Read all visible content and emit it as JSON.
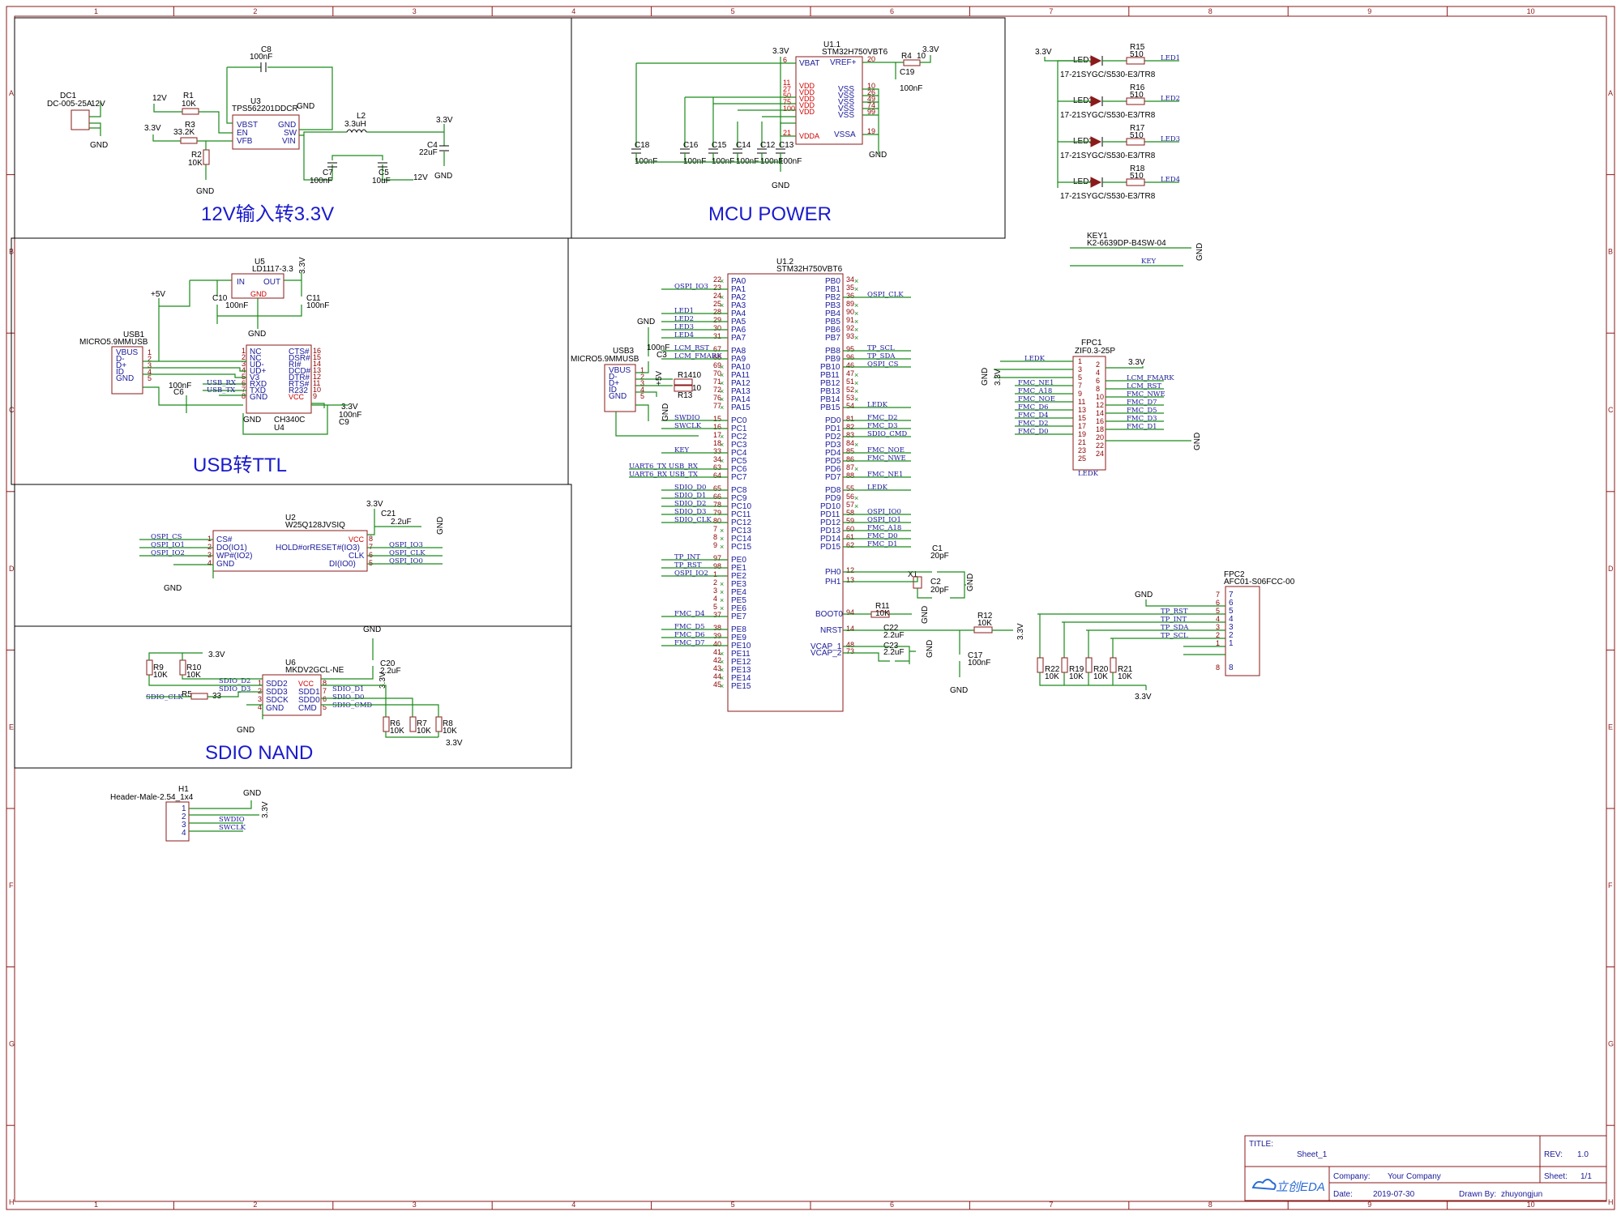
{
  "frame": {
    "columns": [
      "1",
      "2",
      "3",
      "4",
      "5",
      "6",
      "7",
      "8",
      "9",
      "10"
    ],
    "rows": [
      "A",
      "B",
      "C",
      "D",
      "E",
      "F",
      "G",
      "H"
    ]
  },
  "sections": {
    "power": "12V输入转3.3V",
    "mcu_power": "MCU POWER",
    "usb_ttl": "USB转TTL",
    "sdio_nand": "SDIO NAND"
  },
  "components": {
    "dc1": {
      "ref": "DC1",
      "value": "DC-005-25A"
    },
    "u3": {
      "ref": "U3",
      "value": "TPS562201DDCR",
      "pins": [
        "VBST",
        "EN",
        "VFB",
        "GND",
        "SW",
        "VIN"
      ]
    },
    "c8": {
      "ref": "C8",
      "value": "100nF"
    },
    "r1": {
      "ref": "R1",
      "value": "10K"
    },
    "r3": {
      "ref": "R3",
      "value": "33.2K"
    },
    "r2": {
      "ref": "R2",
      "value": "10K"
    },
    "l2": {
      "ref": "L2",
      "value": "3.3uH"
    },
    "c7": {
      "ref": "C7",
      "value": "100nF"
    },
    "c5": {
      "ref": "C5",
      "value": "10uF"
    },
    "c4": {
      "ref": "C4",
      "value": "22uF"
    },
    "u1_1": {
      "ref": "U1.1",
      "value": "STM32H750VBT6"
    },
    "r4": {
      "ref": "R4",
      "value": "10"
    },
    "c19": {
      "ref": "C19",
      "value": "100nF"
    },
    "c18": {
      "ref": "C18",
      "value": "100nF"
    },
    "c16": {
      "ref": "C16",
      "value": "100nF"
    },
    "c15": {
      "ref": "C15",
      "value": "100nF"
    },
    "c14": {
      "ref": "C14",
      "value": "100nF"
    },
    "c12": {
      "ref": "C12",
      "value": "100nF"
    },
    "c13": {
      "ref": "C13",
      "value": "100nF"
    },
    "u5": {
      "ref": "U5",
      "value": "LD1117-3.3"
    },
    "c10": {
      "ref": "C10",
      "value": "100nF"
    },
    "c11": {
      "ref": "C11",
      "value": "100nF"
    },
    "usb1": {
      "ref": "USB1",
      "value": "MICRO5.9MMUSB"
    },
    "u4": {
      "ref": "U4",
      "value": "CH340C"
    },
    "c6": {
      "ref": "C6",
      "value": "100nF"
    },
    "c9": {
      "ref": "C9",
      "value": "100nF"
    },
    "u2": {
      "ref": "U2",
      "value": "W25Q128JVSIQ"
    },
    "c21": {
      "ref": "C21",
      "value": "2.2uF"
    },
    "u6": {
      "ref": "U6",
      "value": "MKDV2GCL-NE"
    },
    "c20": {
      "ref": "C20",
      "value": "2.2uF"
    },
    "r9": {
      "ref": "R9",
      "value": "10K"
    },
    "r10": {
      "ref": "R10",
      "value": "10K"
    },
    "r5": {
      "ref": "R5",
      "value": "33"
    },
    "r6": {
      "ref": "R6",
      "value": "10K"
    },
    "r7": {
      "ref": "R7",
      "value": "10K"
    },
    "r8": {
      "ref": "R8",
      "value": "10K"
    },
    "h1": {
      "ref": "H1",
      "value": "Header-Male-2.54_1x4"
    },
    "u1_2": {
      "ref": "U1.2",
      "value": "STM32H750VBT6"
    },
    "usb3": {
      "ref": "USB3",
      "value": "MICRO5.9MMUSB"
    },
    "c3": {
      "ref": "C3",
      "value": "100nF"
    },
    "r14": {
      "ref": "R14",
      "value": "10"
    },
    "r13": {
      "ref": "R13",
      "value": "10"
    },
    "c1": {
      "ref": "C1",
      "value": "20pF"
    },
    "c2": {
      "ref": "C2",
      "value": "20pF"
    },
    "x1": {
      "ref": "X1",
      "value": ""
    },
    "r11": {
      "ref": "R11",
      "value": "10K"
    },
    "r12": {
      "ref": "R12",
      "value": "10K"
    },
    "c17": {
      "ref": "C17",
      "value": "100nF"
    },
    "c22": {
      "ref": "C22",
      "value": "2.2uF"
    },
    "c23": {
      "ref": "C23",
      "value": "2.2uF"
    },
    "led_part": "17-21SYGC/S530-E3/TR8",
    "led_res": "510",
    "key1": {
      "ref": "KEY1",
      "value": "K2-6639DP-B4SW-04"
    },
    "fpc1": {
      "ref": "FPC1",
      "value": "ZIF0.3-25P"
    },
    "fpc2": {
      "ref": "FPC2",
      "value": "AFC01-S06FCC-00"
    },
    "r22": {
      "ref": "R22",
      "value": "10K"
    },
    "r19": {
      "ref": "R19",
      "value": "10K"
    },
    "r20": {
      "ref": "R20",
      "value": "10K"
    },
    "r21": {
      "ref": "R21",
      "value": "10K"
    }
  },
  "leds": [
    {
      "ref": "LED1",
      "res": "R15",
      "net": "LED1"
    },
    {
      "ref": "LED2",
      "res": "R16",
      "net": "LED2"
    },
    {
      "ref": "LED3",
      "res": "R17",
      "net": "LED3"
    },
    {
      "ref": "LED4",
      "res": "R18",
      "net": "LED4"
    }
  ],
  "mcu_left_pins": [
    {
      "pin": "PA0",
      "num": "22",
      "net": ""
    },
    {
      "pin": "PA1",
      "num": "23",
      "net": "QSPI_IO3"
    },
    {
      "pin": "PA2",
      "num": "24",
      "net": ""
    },
    {
      "pin": "PA3",
      "num": "25",
      "net": ""
    },
    {
      "pin": "PA4",
      "num": "28",
      "net": "LED1"
    },
    {
      "pin": "PA5",
      "num": "29",
      "net": "LED2"
    },
    {
      "pin": "PA6",
      "num": "30",
      "net": "LED3"
    },
    {
      "pin": "PA7",
      "num": "31",
      "net": "LED4"
    },
    {
      "pin": "PA8",
      "num": "67",
      "net": "LCM_RST"
    },
    {
      "pin": "PA9",
      "num": "68",
      "net": "LCM_FMARK"
    },
    {
      "pin": "PA10",
      "num": "69",
      "net": ""
    },
    {
      "pin": "PA11",
      "num": "70",
      "net": ""
    },
    {
      "pin": "PA12",
      "num": "71",
      "net": ""
    },
    {
      "pin": "PA13",
      "num": "72",
      "net": ""
    },
    {
      "pin": "PA14",
      "num": "76",
      "net": ""
    },
    {
      "pin": "PA15",
      "num": "77",
      "net": ""
    },
    {
      "pin": "PC0",
      "num": "15",
      "net": "SWDIO"
    },
    {
      "pin": "PC1",
      "num": "16",
      "net": "SWCLK"
    },
    {
      "pin": "PC2",
      "num": "17",
      "net": ""
    },
    {
      "pin": "PC3",
      "num": "18",
      "net": ""
    },
    {
      "pin": "PC4",
      "num": "33",
      "net": "KEY"
    },
    {
      "pin": "PC5",
      "num": "34",
      "net": ""
    },
    {
      "pin": "PC6",
      "num": "63",
      "net": "UART6_TX  USB_RX"
    },
    {
      "pin": "PC7",
      "num": "64",
      "net": "UART6_RX  USB_TX"
    },
    {
      "pin": "PC8",
      "num": "65",
      "net": "SDIO_D0"
    },
    {
      "pin": "PC9",
      "num": "66",
      "net": "SDIO_D1"
    },
    {
      "pin": "PC10",
      "num": "78",
      "net": "SDIO_D2"
    },
    {
      "pin": "PC11",
      "num": "79",
      "net": "SDIO_D3"
    },
    {
      "pin": "PC12",
      "num": "80",
      "net": "SDIO_CLK"
    },
    {
      "pin": "PC13",
      "num": "7",
      "net": ""
    },
    {
      "pin": "PC14",
      "num": "8",
      "net": ""
    },
    {
      "pin": "PC15",
      "num": "9",
      "net": ""
    },
    {
      "pin": "PE0",
      "num": "97",
      "net": "TP_INT"
    },
    {
      "pin": "PE1",
      "num": "98",
      "net": "TP_RST"
    },
    {
      "pin": "PE2",
      "num": "1",
      "net": "QSPI_IO2"
    },
    {
      "pin": "PE3",
      "num": "2",
      "net": ""
    },
    {
      "pin": "PE4",
      "num": "3",
      "net": ""
    },
    {
      "pin": "PE5",
      "num": "4",
      "net": ""
    },
    {
      "pin": "PE6",
      "num": "5",
      "net": ""
    },
    {
      "pin": "PE7",
      "num": "37",
      "net": "FMC_D4"
    },
    {
      "pin": "PE8",
      "num": "38",
      "net": "FMC_D5"
    },
    {
      "pin": "PE9",
      "num": "39",
      "net": "FMC_D6"
    },
    {
      "pin": "PE10",
      "num": "40",
      "net": "FMC_D7"
    },
    {
      "pin": "PE11",
      "num": "41",
      "net": ""
    },
    {
      "pin": "PE12",
      "num": "42",
      "net": ""
    },
    {
      "pin": "PE13",
      "num": "43",
      "net": ""
    },
    {
      "pin": "PE14",
      "num": "44",
      "net": ""
    },
    {
      "pin": "PE15",
      "num": "45",
      "net": ""
    }
  ],
  "mcu_right_pins": [
    {
      "pin": "PB0",
      "num": "34",
      "net": ""
    },
    {
      "pin": "PB1",
      "num": "35",
      "net": ""
    },
    {
      "pin": "PB2",
      "num": "36",
      "net": "QSPI_CLK"
    },
    {
      "pin": "PB3",
      "num": "89",
      "net": ""
    },
    {
      "pin": "PB4",
      "num": "90",
      "net": ""
    },
    {
      "pin": "PB5",
      "num": "91",
      "net": ""
    },
    {
      "pin": "PB6",
      "num": "92",
      "net": ""
    },
    {
      "pin": "PB7",
      "num": "93",
      "net": ""
    },
    {
      "pin": "PB8",
      "num": "95",
      "net": "TP_SCL"
    },
    {
      "pin": "PB9",
      "num": "96",
      "net": "TP_SDA"
    },
    {
      "pin": "PB10",
      "num": "46",
      "net": "QSPI_CS"
    },
    {
      "pin": "PB11",
      "num": "47",
      "net": ""
    },
    {
      "pin": "PB12",
      "num": "51",
      "net": ""
    },
    {
      "pin": "PB13",
      "num": "52",
      "net": ""
    },
    {
      "pin": "PB14",
      "num": "53",
      "net": ""
    },
    {
      "pin": "PB15",
      "num": "54",
      "net": "LEDK"
    },
    {
      "pin": "PD0",
      "num": "81",
      "net": "FMC_D2"
    },
    {
      "pin": "PD1",
      "num": "82",
      "net": "FMC_D3"
    },
    {
      "pin": "PD2",
      "num": "83",
      "net": "SDIO_CMD"
    },
    {
      "pin": "PD3",
      "num": "84",
      "net": ""
    },
    {
      "pin": "PD4",
      "num": "85",
      "net": "FMC_NOE"
    },
    {
      "pin": "PD5",
      "num": "86",
      "net": "FMC_NWE"
    },
    {
      "pin": "PD6",
      "num": "87",
      "net": ""
    },
    {
      "pin": "PD7",
      "num": "88",
      "net": "FMC_NE1"
    },
    {
      "pin": "PD8",
      "num": "55",
      "net": "LEDK"
    },
    {
      "pin": "PD9",
      "num": "56",
      "net": ""
    },
    {
      "pin": "PD10",
      "num": "57",
      "net": ""
    },
    {
      "pin": "PD11",
      "num": "58",
      "net": "QSPI_IO0"
    },
    {
      "pin": "PD12",
      "num": "59",
      "net": "QSPI_IO1"
    },
    {
      "pin": "PD13",
      "num": "60",
      "net": "FMC_A18"
    },
    {
      "pin": "PD14",
      "num": "61",
      "net": "FMC_D0"
    },
    {
      "pin": "PD15",
      "num": "62",
      "net": "FMC_D1"
    }
  ],
  "mcu_special_pins": [
    {
      "pin": "PH0",
      "num": "12"
    },
    {
      "pin": "PH1",
      "num": "13"
    },
    {
      "pin": "BOOT0",
      "num": "94"
    },
    {
      "pin": "NRST",
      "num": "14"
    },
    {
      "pin": "VCAP_1",
      "num": "48"
    },
    {
      "pin": "VCAP_2",
      "num": "73"
    }
  ],
  "mcu_power_pins": {
    "left": [
      {
        "pin": "VBAT",
        "num": "6"
      },
      {
        "pin": "VDD",
        "num": "11"
      },
      {
        "pin": "VDD",
        "num": "27"
      },
      {
        "pin": "VDD",
        "num": "50"
      },
      {
        "pin": "VDD",
        "num": "75"
      },
      {
        "pin": "VDD",
        "num": "100"
      },
      {
        "pin": "VDDA",
        "num": "21"
      }
    ],
    "right": [
      {
        "pin": "VREF+",
        "num": "20"
      },
      {
        "pin": "VSS",
        "num": "10"
      },
      {
        "pin": "VSS",
        "num": "26"
      },
      {
        "pin": "VSS",
        "num": "49"
      },
      {
        "pin": "VSS",
        "num": "74"
      },
      {
        "pin": "VSS",
        "num": "99"
      },
      {
        "pin": "VSSA",
        "num": "19"
      }
    ]
  },
  "ch340_left": [
    "NC",
    "NC",
    "UD-",
    "UD+",
    "V3",
    "RXD",
    "TXD",
    "GND"
  ],
  "ch340_right": [
    "CTS#",
    "DSR#",
    "RI#",
    "DCD#",
    "DTR#",
    "RTS#",
    "R232",
    "VCC"
  ],
  "usb_pins": [
    "VBUS",
    "D-",
    "D+",
    "ID",
    "GND"
  ],
  "w25_left": [
    "CS#",
    "DO(IO1)",
    "WP#(IO2)",
    "GND"
  ],
  "w25_right": [
    "VCC",
    "HOLD#orRESET#(IO3)",
    "CLK",
    "DI(IO0)"
  ],
  "w25_left_nets": [
    "QSPI_CS",
    "QSPI_IO1",
    "QSPI_IO2"
  ],
  "w25_right_nets": [
    "QSPI_IO3",
    "QSPI_CLK",
    "QSPI_IO0"
  ],
  "nand_left": [
    "SDD2",
    "SDD3",
    "SDCK",
    "GND"
  ],
  "nand_right": [
    "VCC",
    "SDD1",
    "SDD0",
    "CMD"
  ],
  "nand_left_nets": [
    "SDIO_D2",
    "SDIO_D3",
    "SDIO_CLK"
  ],
  "nand_right_nets": [
    "SDIO_D1",
    "SDIO_D0",
    "SDIO_CMD"
  ],
  "header_nets": [
    "SWDIO",
    "SWCLK"
  ],
  "fpc1_left_nets": [
    "LEDK",
    "",
    "",
    "FMC_NE1",
    "FMC_A18",
    "FMC_NOE",
    "FMC_D6",
    "FMC_D4",
    "FMC_D2",
    "FMC_D0"
  ],
  "fpc1_right_nets": [
    "LCM_FMARK",
    "LCM_RST",
    "FMC_NWE",
    "FMC_D7",
    "FMC_D5",
    "FMC_D3",
    "FMC_D1"
  ],
  "fpc2_nets": [
    "TP_RST",
    "TP_INT",
    "TP_SDA",
    "TP_SCL"
  ],
  "power_nets": {
    "v12": "12V",
    "v33": "3.3V",
    "v5": "+5V",
    "gnd": "GND",
    "key": "KEY",
    "ledk": "LEDK"
  },
  "title_block": {
    "title_label": "TITLE:",
    "title": "Sheet_1",
    "rev_label": "REV:",
    "rev": "1.0",
    "company_label": "Company:",
    "company": "Your Company",
    "sheet_label": "Sheet:",
    "sheet": "1/1",
    "date_label": "Date:",
    "date": "2019-07-30",
    "drawn_label": "Drawn By:",
    "drawn": "zhuyongjun",
    "logo": "立创EDA"
  },
  "colors": {
    "frame": "#8b1a1a",
    "wire": "#1a8a1a",
    "text": "#1a1a99",
    "title": "#1a1acc",
    "pin_red": "#cc0000"
  }
}
